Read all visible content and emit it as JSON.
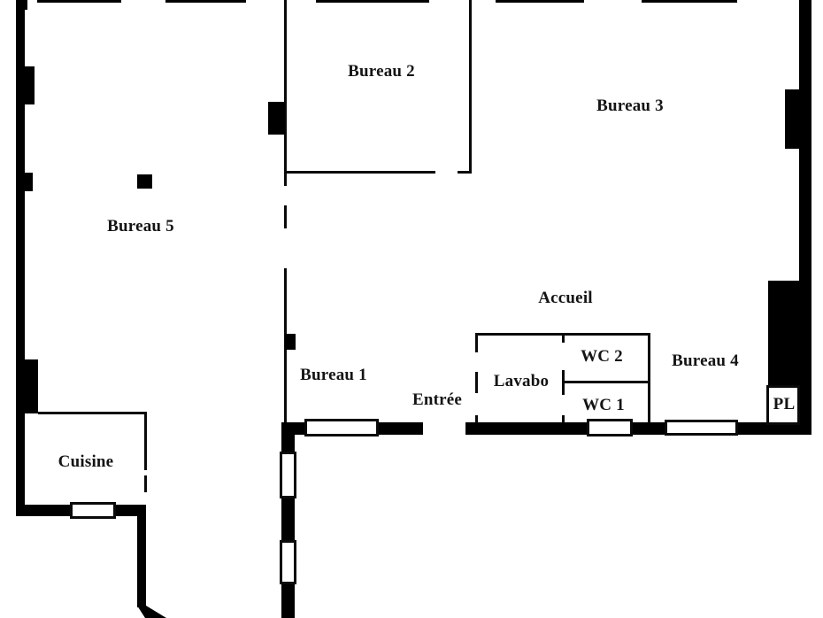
{
  "floor_plan": {
    "rooms": {
      "bureau_1": "Bureau 1",
      "bureau_2": "Bureau 2",
      "bureau_3": "Bureau 3",
      "bureau_4": "Bureau 4",
      "bureau_5": "Bureau 5",
      "accueil": "Accueil",
      "entree": "Entrée",
      "lavabo": "Lavabo",
      "wc_1": "WC 1",
      "wc_2": "WC 2",
      "cuisine": "Cuisine",
      "pl": "PL"
    },
    "colors": {
      "wall": "#000000",
      "background": "#ffffff",
      "text": "#141414"
    }
  }
}
